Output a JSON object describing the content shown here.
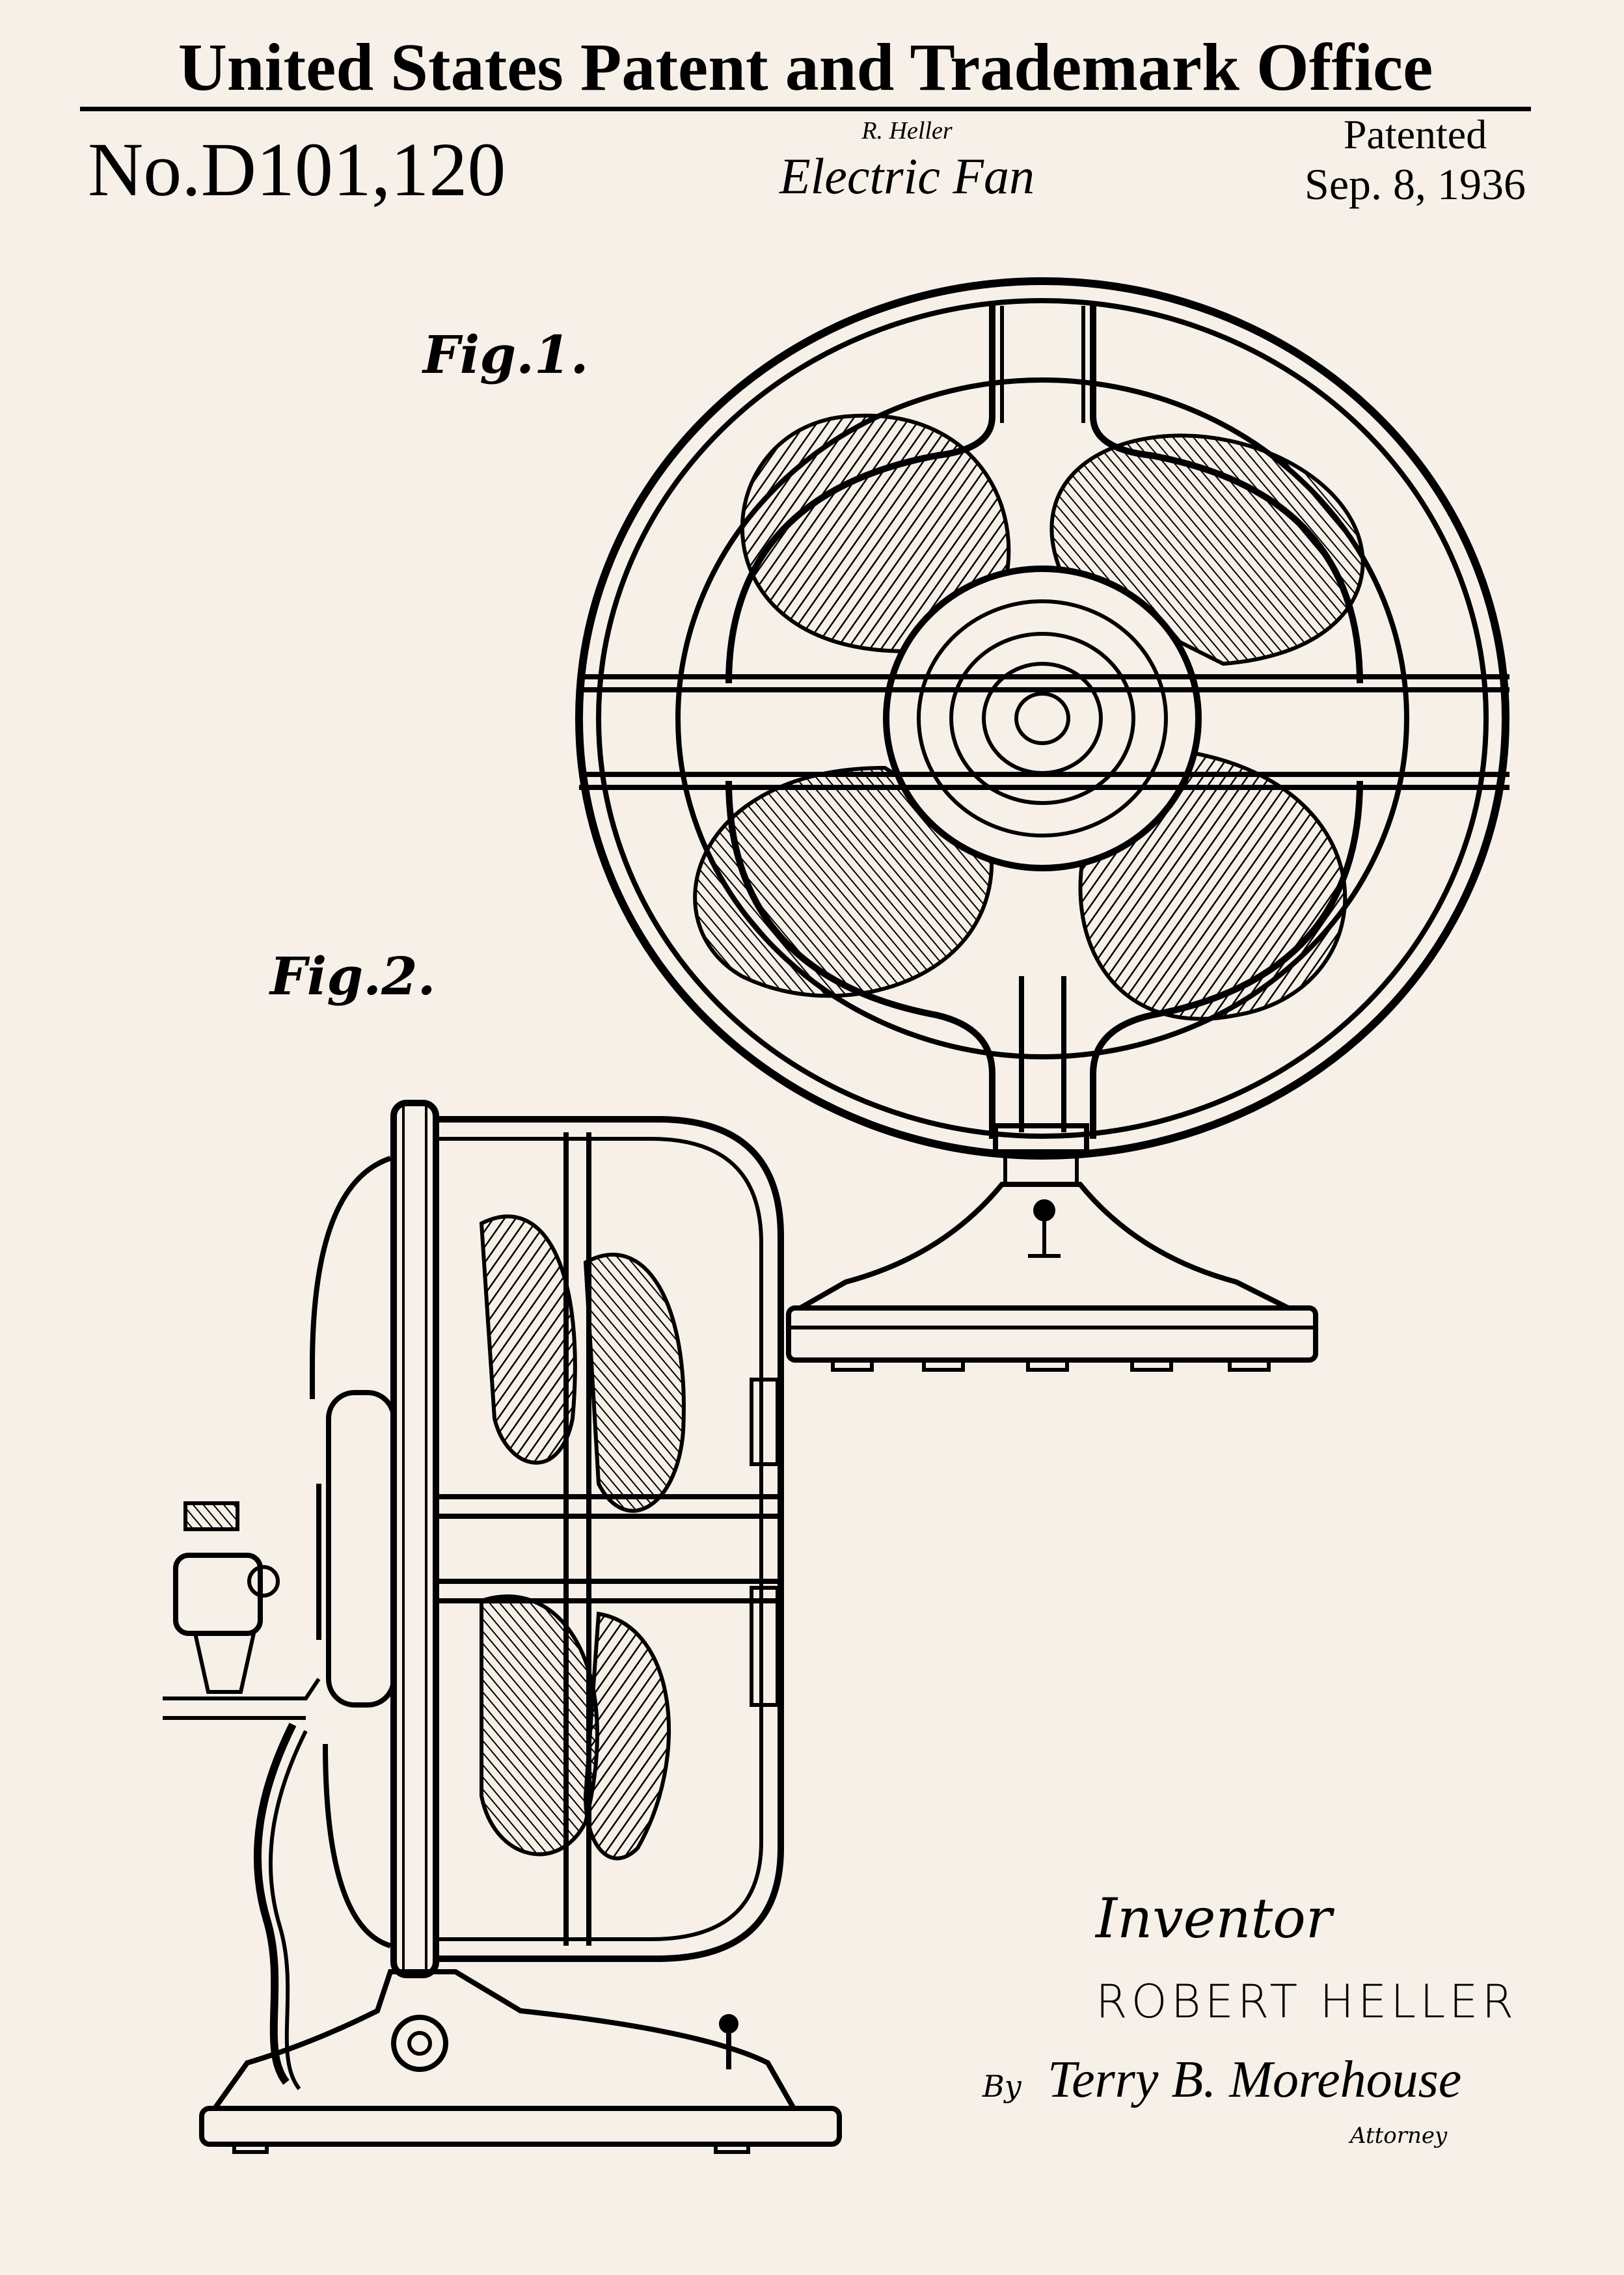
{
  "header": {
    "office": "United States Patent and Trademark Office",
    "patent_number": "No.D101,120",
    "inventor_short": "R. Heller",
    "title": "Electric Fan",
    "patented_label": "Patented",
    "date": "Sep. 8, 1936"
  },
  "figures": {
    "fig1_label": "Fig.1.",
    "fig2_label": "Fig.2."
  },
  "signature_block": {
    "inventor_label": "Inventor",
    "inventor_name": "ROBERT HELLER",
    "by": "By",
    "attorney_signature": "Terry B. Morehouse",
    "attorney_label": "Attorney"
  },
  "colors": {
    "background": "#f6f0e9",
    "ink": "#000000"
  }
}
